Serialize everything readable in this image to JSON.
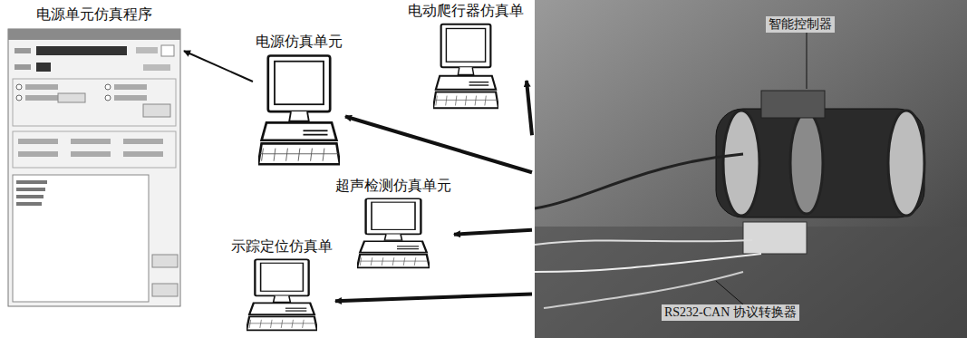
{
  "diagram": {
    "nodes": [
      {
        "text": [
          "电源单元仿真程序"
        ]
      },
      {
        "text": [
          "电动爬行器仿真单"
        ]
      },
      {
        "text": [
          "电源仿真单元"
        ]
      },
      {
        "text": [
          "超声检测仿真单元"
        ]
      },
      {
        "text": [
          "示踪定位仿真单"
        ]
      },
      {
        "text": [
          "智能控制器",
          "RS232-CAN 协议转换器"
        ]
      }
    ],
    "edges": [
      {
        "from": 5,
        "to": 1,
        "arrow": "to"
      },
      {
        "from": 5,
        "to": 2,
        "arrow": "to"
      },
      {
        "from": 5,
        "to": 3,
        "arrow": "to"
      },
      {
        "from": 5,
        "to": 4,
        "arrow": "to"
      },
      {
        "from": 2,
        "to": 0,
        "arrow": "to"
      }
    ]
  }
}
